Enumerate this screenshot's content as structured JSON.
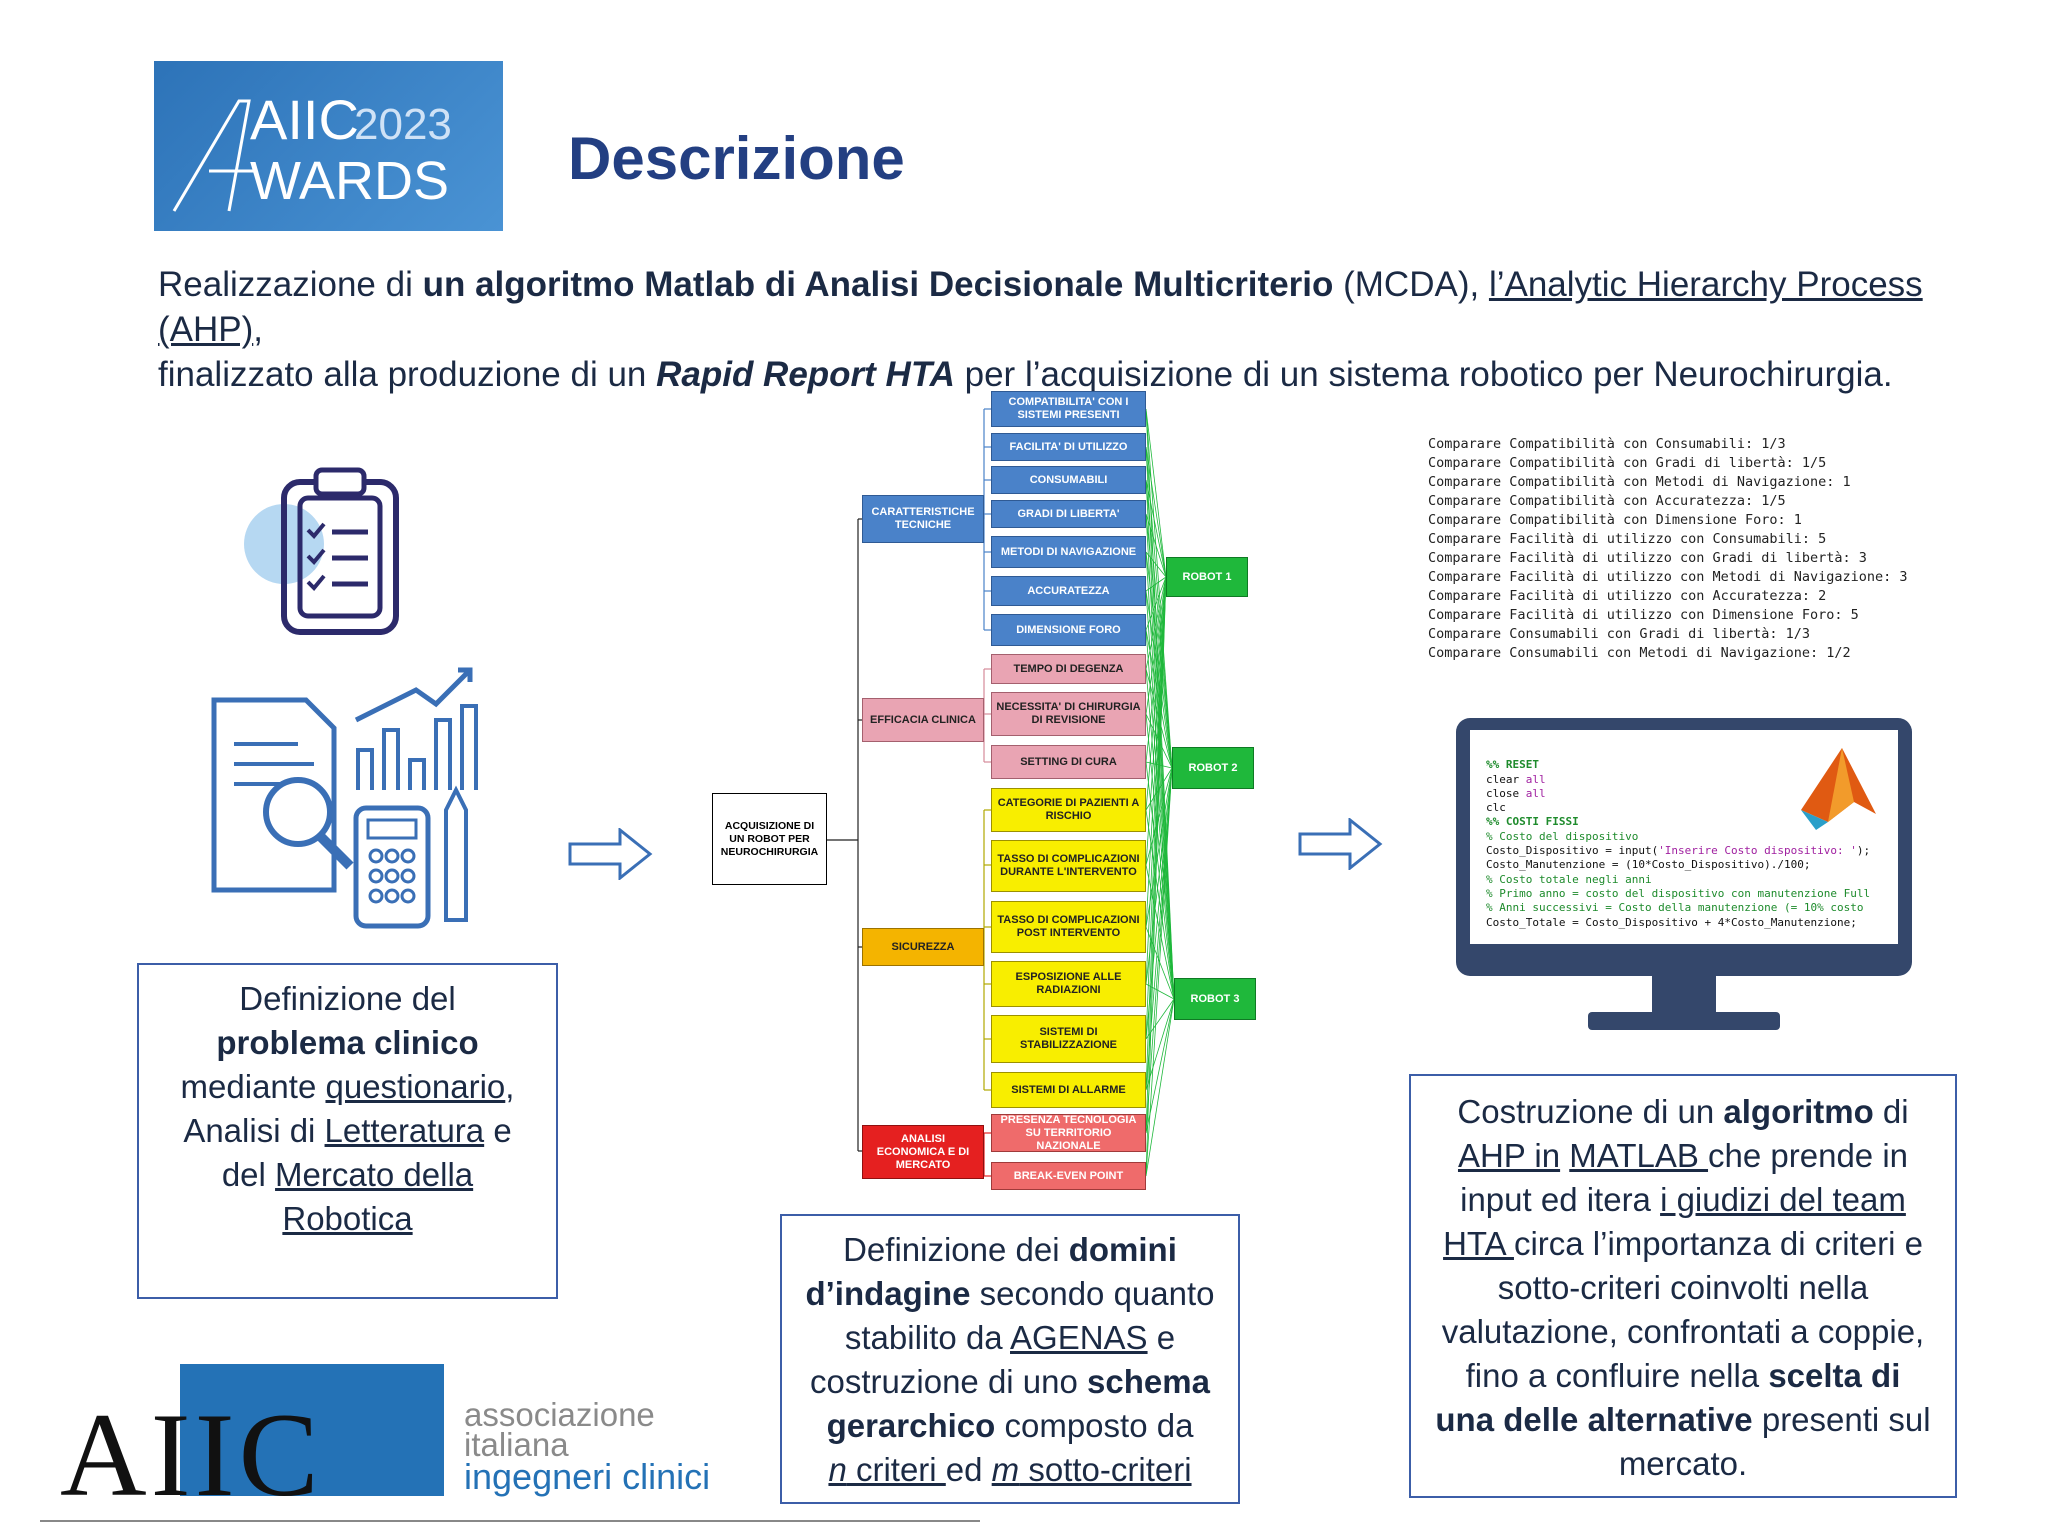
{
  "header": {
    "logo": {
      "brand": "AIIC",
      "year": "2023",
      "subtitle": "WARDS"
    },
    "title": "Descrizione"
  },
  "intro": {
    "p1": "Realizzazione di ",
    "p2": "un algoritmo Matlab di Analisi Decisionale Multicriterio",
    "p3": " (MCDA),  ",
    "p4": "l’Analytic Hierarchy Process (AHP)",
    "p5": ",",
    "p6": "finalizzato alla produzione di un ",
    "p7": "Rapid Report HTA",
    "p8": " per l’acquisizione di un sistema robotico per Neurochirurgia."
  },
  "box1": {
    "l1": "Definizione del",
    "l2": "problema clinico",
    "l3a": "mediante ",
    "l3b": "questionario",
    "l3c": ",",
    "l4a": "Analisi di ",
    "l4b": "Letteratura",
    "l4c": " e",
    "l5a": "del ",
    "l5b": "Mercato della",
    "l6": "Robotica"
  },
  "box2": {
    "l1a": "Definizione dei ",
    "l1b": "domini",
    "l2a": "d’indagine",
    "l2b": " secondo quanto",
    "l3a": "stabilito da ",
    "l3b": "AGENAS",
    "l3c": " e",
    "l4a": "costruzione di uno ",
    "l4b": "schema",
    "l5a": "gerarchico",
    "l5b": " composto da",
    "l6a": "n",
    "l6b": " criteri ",
    "l6c": "ed ",
    "l6d": "m",
    "l6e": " sotto-criteri"
  },
  "box3": {
    "l1a": "Costruzione di un ",
    "l1b": "algoritmo",
    "l1c": " di",
    "l2a": "AHP in",
    "l2b": " ",
    "l2c": "MATLAB ",
    "l2d": " che prende in",
    "l3a": "input ed itera ",
    "l3b": "i giudizi del team",
    "l4a": "HTA ",
    "l4b": "circa l’importanza di  criteri e",
    "l5": "sotto-criteri coinvolti nella",
    "l6": "valutazione, confrontati a coppie,",
    "l7a": "fino a confluire nella ",
    "l7b": "scelta di",
    "l8a": "una delle alternative",
    "l8b": " presenti sul",
    "l9": "mercato."
  },
  "hierarchy": {
    "root": "ACQUISIZIONE DI UN ROBOT PER NEUROCHIRURGIA",
    "criteria": [
      "CARATTERISTICHE TECNICHE",
      "EFFICACIA CLINICA",
      "SICUREZZA",
      "ANALISI ECONOMICA E DI MERCATO"
    ],
    "subcriteria": [
      "COMPATIBILITA' CON I SISTEMI PRESENTI",
      "FACILITA' DI UTILIZZO",
      "CONSUMABILI",
      "GRADI DI LIBERTA'",
      "METODI DI NAVIGAZIONE",
      "ACCURATEZZA",
      "DIMENSIONE FORO",
      "TEMPO DI DEGENZA",
      "NECESSITA' DI CHIRURGIA DI REVISIONE",
      "SETTING DI CURA",
      "CATEGORIE DI PAZIENTI A RISCHIO",
      "TASSO DI COMPLICAZIONI DURANTE L'INTERVENTO",
      "TASSO DI COMPLICAZIONI POST INTERVENTO",
      "ESPOSIZIONE ALLE RADIAZIONI",
      "SISTEMI DI STABILIZZAZIONE",
      "SISTEMI DI ALLARME",
      "PRESENZA TECNOLOGIA SU TERRITORIO NAZIONALE",
      "BREAK-EVEN POINT"
    ],
    "alternatives": [
      "ROBOT 1",
      "ROBOT 2",
      "ROBOT 3"
    ]
  },
  "matlab_prompts": [
    "Comparare Compatibilità con Consumabili: 1/3",
    "Comparare Compatibilità con Gradi di libertà: 1/5",
    "Comparare Compatibilità con Metodi di Navigazione: 1",
    "Comparare Compatibilità con Accuratezza: 1/5",
    "Comparare Compatibilità con Dimensione Foro: 1",
    "Comparare Facilità di utilizzo con Consumabili: 5",
    "Comparare Facilità di utilizzo con Gradi di libertà: 3",
    "Comparare Facilità di utilizzo con Metodi di Navigazione: 3",
    "Comparare Facilità di utilizzo con Accuratezza: 2",
    "Comparare Facilità di utilizzo con Dimensione Foro: 5",
    "Comparare Consumabili con Gradi di libertà: 1/3",
    "Comparare Consumabili con Metodi di Navigazione: 1/2"
  ],
  "screen_code": {
    "c1": "%% RESET",
    "c2a": "clear ",
    "c2b": "all",
    "c3a": "close ",
    "c3b": "all",
    "c4": "clc",
    "c5": "%% COSTI FISSI",
    "c6": "% Costo del dispositivo",
    "c7a": "Costo_Dispositivo = input(",
    "c7b": "'Inserire Costo dispositivo: '",
    "c7c": ");",
    "c8": "Costo_Manutenzione = (10*Costo_Dispositivo)./100;",
    "c9": "% Costo totale negli anni",
    "c10": "% Primo anno = costo del dispositivo con manutenzione Full",
    "c11": "% Anni successivi = Costo della manutenzione (= 10% costo",
    "c12": "Costo_Totale = Costo_Dispositivo + 4*Costo_Manutenzione;"
  },
  "footer_logo": {
    "brand": "AIIC",
    "line1": "associazione",
    "line2": "italiana",
    "line3": "ingegneri clinici"
  },
  "colors": {
    "title": "#233f82",
    "box_border": "#3c5ea8",
    "logo_blue": "#2d73b8",
    "icon_navy": "#2c2a6b",
    "icon_blue": "#3a6fb6"
  }
}
